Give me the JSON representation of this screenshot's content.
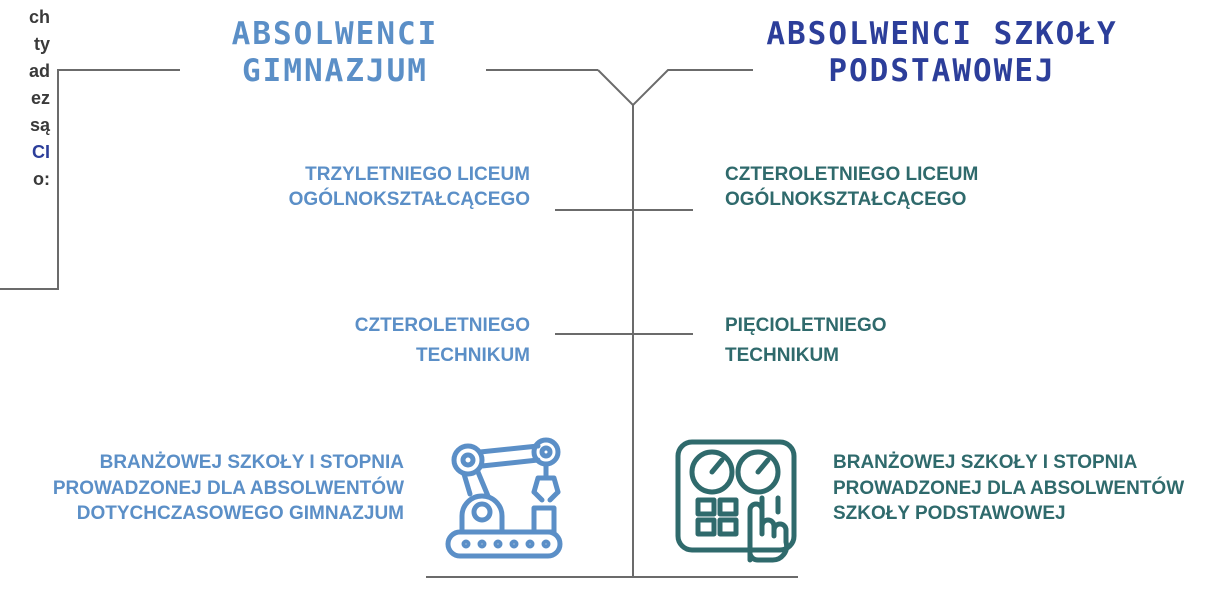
{
  "intro": {
    "lines": [
      "ch",
      "ty",
      "ad",
      "ez",
      "są",
      "CI",
      "o:"
    ]
  },
  "headings": {
    "gimnazjum": "ABSOLWENCI GIMNAZJUM",
    "podstawowa": "ABSOLWENCI SZKOŁY PODSTAWOWEJ"
  },
  "left": {
    "liceum": "TRZYLETNIEGO LICEUM OGÓLNOKSZTAŁCĄCEGO",
    "technikum": "CZTEROLETNIEGO TECHNIKUM",
    "branzowa": "BRANŻOWEJ SZKOŁY I STOPNIA PROWADZONEJ DLA ABSOLWENTÓW DOTYCHCZASOWEGO GIMNAZJUM"
  },
  "right": {
    "liceum": "CZTEROLETNIEGO LICEUM OGÓLNOKSZTAŁCĄCEGO",
    "technikum": "PIĘCIOLETNIEGO TECHNIKUM",
    "branzowa": "BRANŻOWEJ SZKOŁY I STOPNIA PROWADZONEJ DLA ABSOLWENTÓW SZKOŁY PODSTAWOWEJ"
  },
  "colors": {
    "gimnazjum": "#5b8fc7",
    "podstawowa_heading": "#2c3e9a",
    "podstawowa_text": "#2f6a6c",
    "lines": "#6b6b6b"
  },
  "icons": {
    "left": "robot-arm-icon",
    "right": "control-panel-icon"
  }
}
